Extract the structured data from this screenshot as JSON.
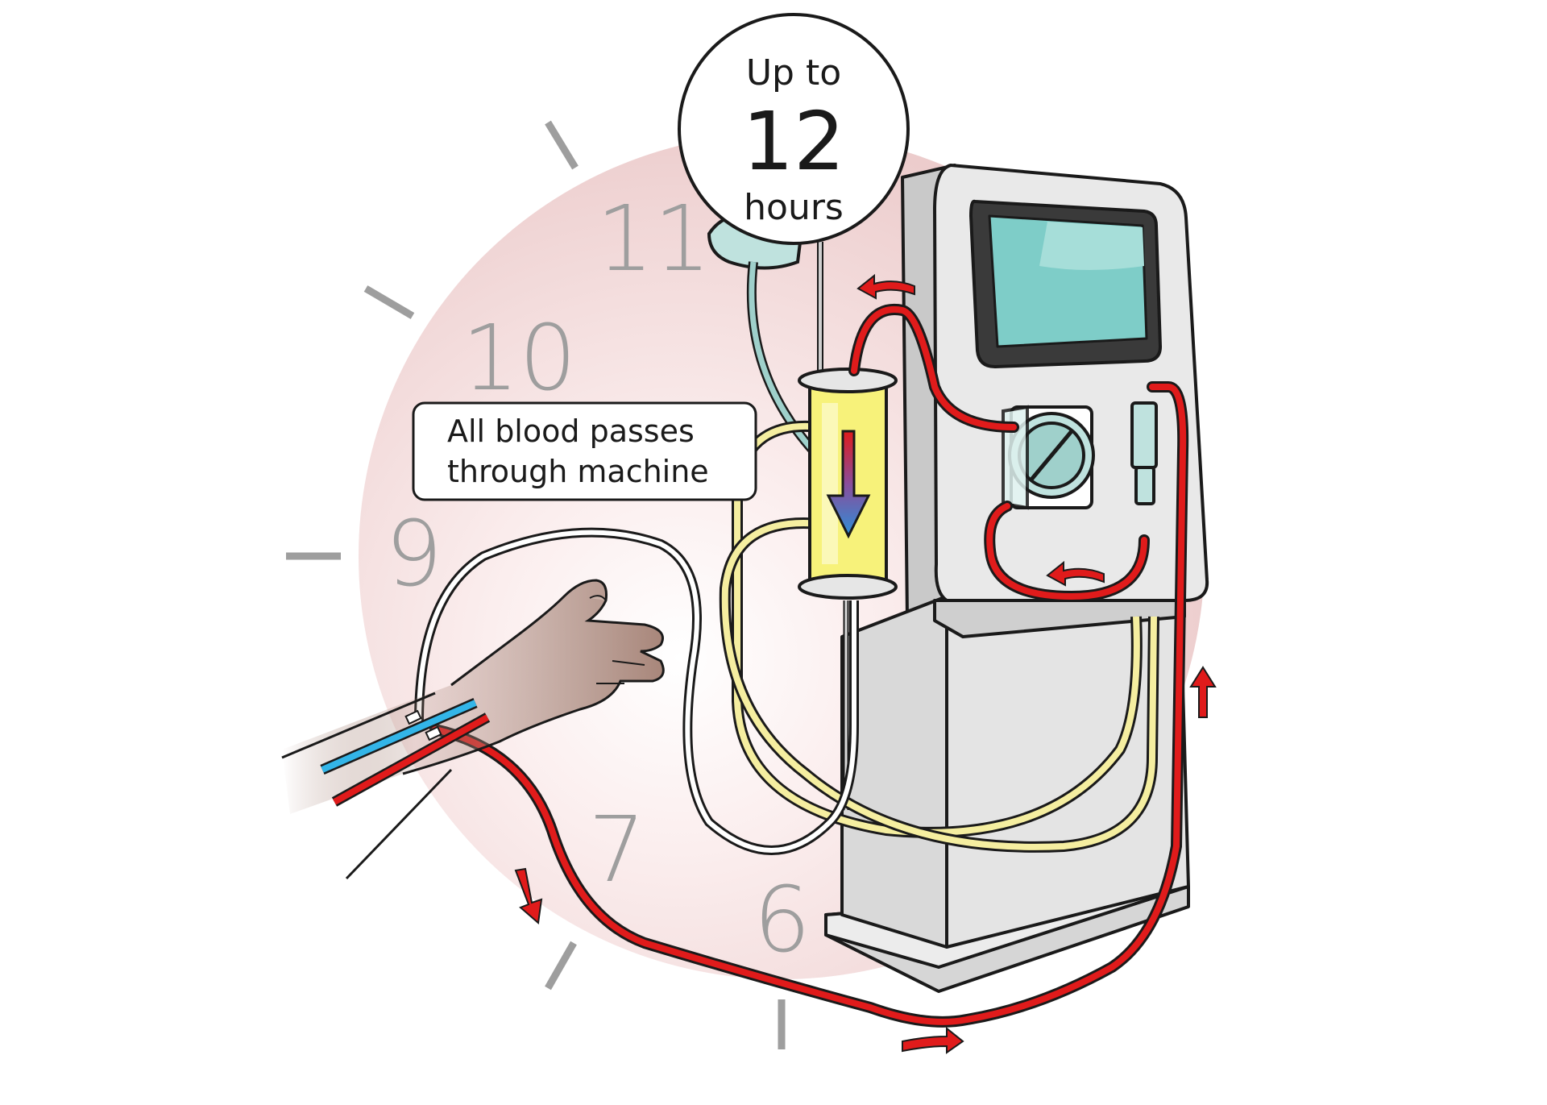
{
  "clock": {
    "numbers": [
      "11",
      "10",
      "9",
      "7",
      "6"
    ]
  },
  "time_bubble": {
    "line1": "Up to",
    "line2": "12",
    "line3": "hours"
  },
  "callout": {
    "line1": "All blood passes",
    "line2": "through machine"
  },
  "colors": {
    "clock_face": "#f3d9d9",
    "blood_tube": "#e01b1b",
    "dialysate_tube": "#f5eea0",
    "filter": "#f7f27a",
    "screen": "#7ecdc8",
    "machine": "#e3e3e3",
    "skin": "#a8867a",
    "vein": "#33b5e8",
    "artery": "#e01b1b"
  },
  "icons": [
    "clock-face",
    "dialysis-machine",
    "blood-filter",
    "blood-pump",
    "arm",
    "flow-arrow"
  ]
}
